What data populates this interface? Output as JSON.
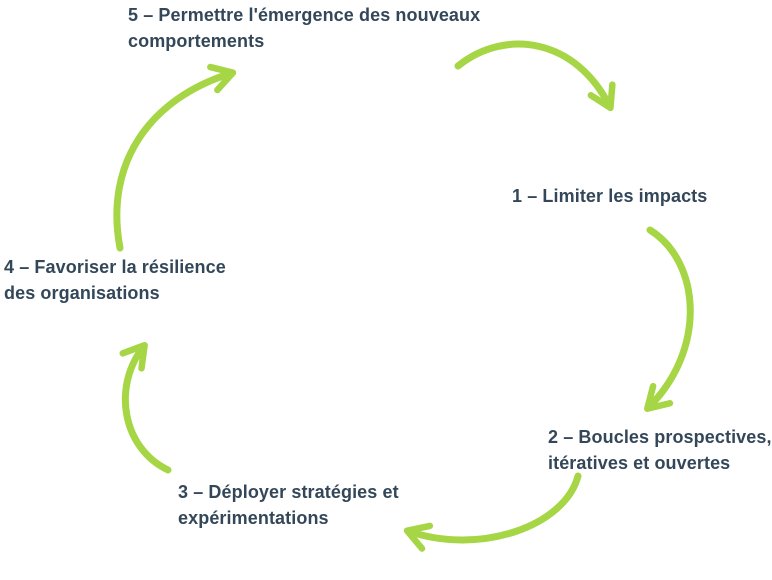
{
  "colors": {
    "arrow": "#a6d645",
    "label_text": "#334759",
    "background": "#ffffff"
  },
  "diagram": {
    "type": "cycle",
    "direction": "clockwise",
    "steps": [
      {
        "number": "1",
        "position": "right",
        "lines": [
          "1 – Limiter les impacts"
        ]
      },
      {
        "number": "2",
        "position": "bottom-right",
        "lines": [
          "2 – Boucles prospectives,",
          "itératives et ouvertes"
        ]
      },
      {
        "number": "3",
        "position": "bottom-left",
        "lines": [
          "3 – Déployer stratégies et",
          "expérimentations"
        ]
      },
      {
        "number": "4",
        "position": "left",
        "lines": [
          "4 – Favoriser la résilience",
          "des organisations"
        ]
      },
      {
        "number": "5",
        "position": "top",
        "lines": [
          "5 – Permettre l'émergence des nouveaux",
          "comportements"
        ]
      }
    ]
  }
}
